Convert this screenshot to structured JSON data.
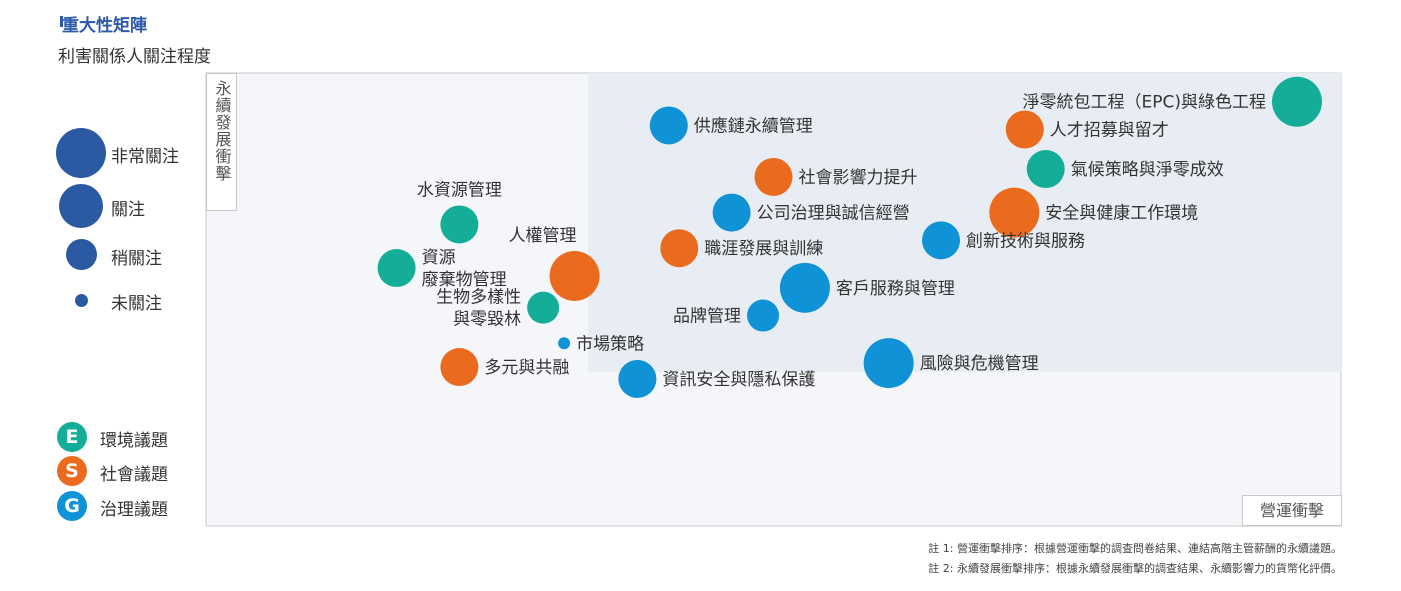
{
  "header": {
    "title": "重大性矩陣",
    "subtitle": "利害關係人關注程度"
  },
  "size_legend": [
    {
      "label": "非常關注",
      "level": 4
    },
    {
      "label": "關注",
      "level": 3
    },
    {
      "label": "稍關注",
      "level": 2
    },
    {
      "label": "未關注",
      "level": 1
    }
  ],
  "category_legend": [
    {
      "key": "E",
      "label": "環境議題",
      "color": "#13ad98"
    },
    {
      "key": "S",
      "label": "社會議題",
      "color": "#ea6a1e"
    },
    {
      "key": "G",
      "label": "治理議題",
      "color": "#0f92d6"
    }
  ],
  "axes": {
    "y_label": "永續發展衝擊",
    "x_label": "營運衝擊"
  },
  "notes": [
    "註 1: 營運衝擊排序：根據營運衝擊的調查問卷結果、連結高階主管薪酬的永續議題。",
    "註 2: 永續發展衝擊排序：根據永續發展衝擊的調查結果、永續影響力的貨幣化評價。"
  ],
  "colors": {
    "plot_bg": "#f4f6fa",
    "highlight_bg": "#e8edf4",
    "E": "#13ad98",
    "S": "#ea6a1e",
    "G": "#0f92d6",
    "size_legend": "#2b5aa3"
  },
  "chart_data": {
    "type": "scatter",
    "x_label": "營運衝擊",
    "y_label": "永續發展衝擊",
    "points": [
      {
        "label": "淨零統包工程（EPC)與綠色工程",
        "category": "E",
        "x": 1.0,
        "y": 0.93,
        "size": 4,
        "label_pos": "left"
      },
      {
        "label": "人才招募與留才",
        "category": "S",
        "x": 0.74,
        "y": 0.86,
        "size": 3,
        "label_pos": "right"
      },
      {
        "label": "供應鏈永續管理",
        "category": "G",
        "x": 0.4,
        "y": 0.87,
        "size": 3,
        "label_pos": "right"
      },
      {
        "label": "社會影響力提升",
        "category": "S",
        "x": 0.5,
        "y": 0.74,
        "size": 3,
        "label_pos": "right"
      },
      {
        "label": "氣候策略與淨零成效",
        "category": "E",
        "x": 0.76,
        "y": 0.76,
        "size": 3,
        "label_pos": "right"
      },
      {
        "label": "公司治理與誠信經營",
        "category": "G",
        "x": 0.46,
        "y": 0.65,
        "size": 3,
        "label_pos": "right"
      },
      {
        "label": "安全與健康工作環境",
        "category": "S",
        "x": 0.73,
        "y": 0.65,
        "size": 4,
        "label_pos": "right"
      },
      {
        "label": "水資源管理",
        "category": "E",
        "x": 0.2,
        "y": 0.62,
        "size": 3,
        "label_pos": "top"
      },
      {
        "label": "創新技術與服務",
        "category": "G",
        "x": 0.66,
        "y": 0.58,
        "size": 3,
        "label_pos": "right"
      },
      {
        "label": "職涯發展與訓練",
        "category": "S",
        "x": 0.41,
        "y": 0.56,
        "size": 3,
        "label_pos": "right"
      },
      {
        "label": "人權管理",
        "category": "S",
        "x": 0.31,
        "y": 0.49,
        "size": 4,
        "label_pos": "top-left"
      },
      {
        "label": "資源\n廢棄物管理",
        "category": "E",
        "x": 0.14,
        "y": 0.51,
        "size": 3,
        "label_pos": "right"
      },
      {
        "label": "客戶服務與管理",
        "category": "G",
        "x": 0.53,
        "y": 0.46,
        "size": 4,
        "label_pos": "right"
      },
      {
        "label": "生物多樣性\n與零毀林",
        "category": "E",
        "x": 0.28,
        "y": 0.41,
        "size": 2,
        "label_pos": "left"
      },
      {
        "label": "品牌管理",
        "category": "G",
        "x": 0.49,
        "y": 0.39,
        "size": 2,
        "label_pos": "left"
      },
      {
        "label": "市場策略",
        "category": "G",
        "x": 0.3,
        "y": 0.32,
        "size": 1,
        "label_pos": "right"
      },
      {
        "label": "多元與共融",
        "category": "S",
        "x": 0.2,
        "y": 0.26,
        "size": 3,
        "label_pos": "right"
      },
      {
        "label": "資訊安全與隱私保護",
        "category": "G",
        "x": 0.37,
        "y": 0.23,
        "size": 3,
        "label_pos": "right"
      },
      {
        "label": "風險與危機管理",
        "category": "G",
        "x": 0.61,
        "y": 0.27,
        "size": 4,
        "label_pos": "right"
      }
    ]
  }
}
